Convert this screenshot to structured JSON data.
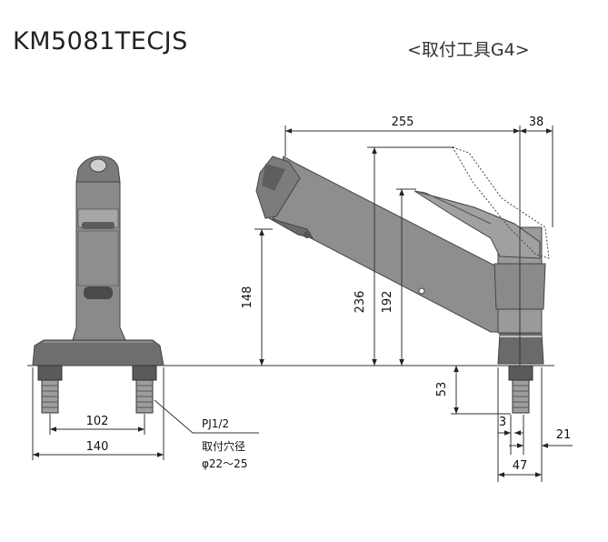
{
  "header": {
    "model": "KM5081TECJS",
    "fitting": "<取付工具G4>"
  },
  "dimensions": {
    "d255": "255",
    "d38": "38",
    "d148": "148",
    "d236": "236",
    "d192": "192",
    "d53": "53",
    "d102": "102",
    "d140": "140",
    "d3": "3",
    "d21": "21",
    "d47": "47"
  },
  "notes": {
    "thread": "PJ1/2",
    "hole_label": "取付穴径",
    "hole_size": "φ22～25"
  },
  "colors": {
    "body_dark": "#6e6e6e",
    "body_mid": "#9a9a9a",
    "body_light": "#c8c8c8",
    "line": "#333333"
  }
}
